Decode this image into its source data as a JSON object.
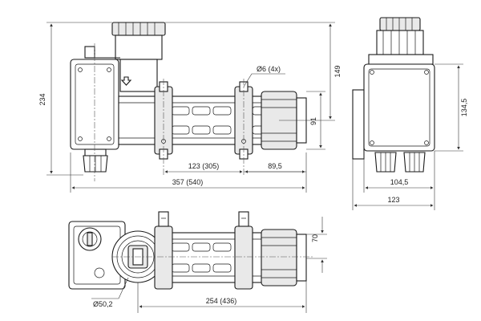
{
  "drawing": {
    "view": "technical-drawing",
    "line_color": "#1a1a1a",
    "background": "#ffffff"
  },
  "dimensions": {
    "height_total": "234",
    "height_upper": "149",
    "hole_diameter": "Ø6 (4x)",
    "height_body": "91",
    "bracket_spacing": "123 (305)",
    "end_length": "89,5",
    "total_length": "357 (540)",
    "box_height": "134,5",
    "box_width": "104,5",
    "side_width": "123",
    "bottom_height": "70",
    "bottom_length": "254 (436)",
    "pipe_diameter": "Ø50,2"
  }
}
